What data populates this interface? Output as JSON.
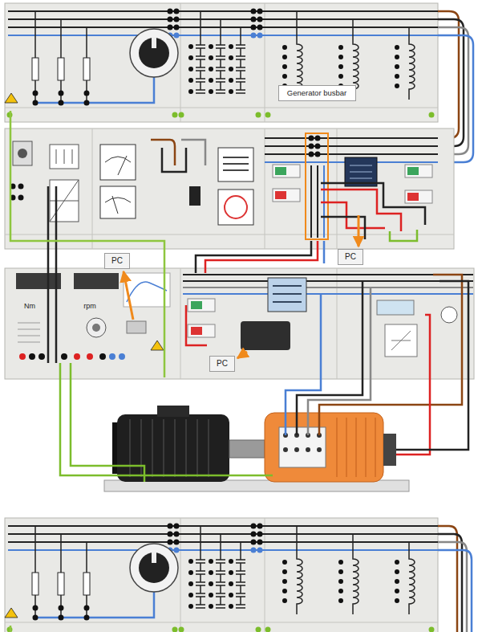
{
  "diagram": {
    "nodes": [
      {
        "text": [
          "Generator busbar"
        ]
      },
      {
        "text": [
          "PC"
        ]
      },
      {
        "text": [
          "PC"
        ]
      },
      {
        "text": [
          "PC"
        ]
      }
    ],
    "labels": [
      "Nm",
      "rpm"
    ]
  }
}
